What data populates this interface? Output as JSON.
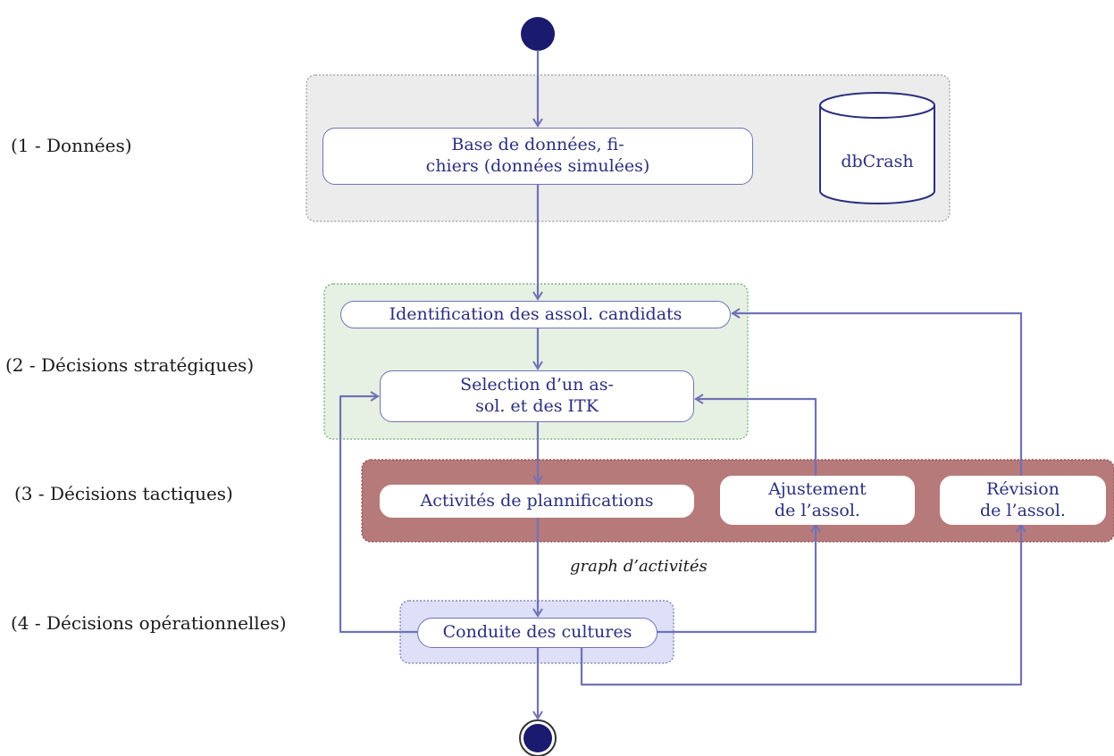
{
  "levels": {
    "donnees": "(1 - Données)",
    "strategiques": "(2 - Décisions stratégiques)",
    "tactiques": "(3 - Décisions tactiques)",
    "operationnelles": "(4 - Décisions opérationnelles)"
  },
  "nodes": {
    "base_line1": "Base de données, fi-",
    "base_line2": "chiers (données simulées)",
    "database": "dbCrash",
    "identification": "Identification des assol. candidats",
    "selection_line1": "Selection d’un as-",
    "selection_line2": "sol. et des ITK",
    "plannification": "Activités de plannifications",
    "ajustement_line1": "Ajustement",
    "ajustement_line2": "de l’assol.",
    "revision_line1": "Révision",
    "revision_line2": "de l’assol.",
    "conduite": "Conduite des cultures"
  },
  "caption": "graph d’activités",
  "colors": {
    "node_fill": "#1a1a6e",
    "arrow": "#6f72b6",
    "text": "#2b2f7d",
    "zone_data": "#ececec",
    "zone_strategic": "#e6f1e3",
    "zone_tactical": "#b77a7a",
    "zone_operational": "#dde0f6"
  }
}
